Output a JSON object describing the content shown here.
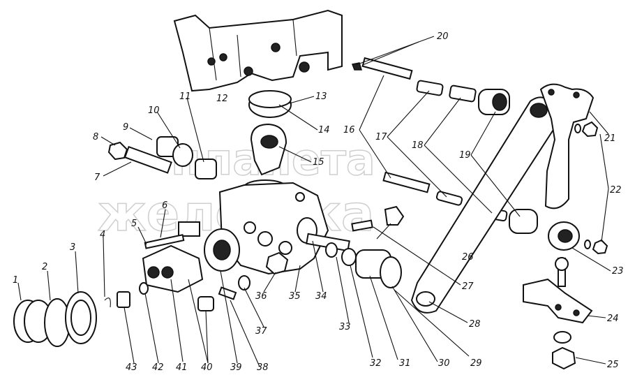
{
  "watermark": {
    "line1": "планета",
    "line2": "железяка"
  },
  "labels": [
    {
      "id": "1",
      "text": "1"
    },
    {
      "id": "2",
      "text": "2"
    },
    {
      "id": "3",
      "text": "3"
    },
    {
      "id": "4",
      "text": "4"
    },
    {
      "id": "5",
      "text": "5"
    },
    {
      "id": "6",
      "text": "6"
    },
    {
      "id": "7",
      "text": "7"
    },
    {
      "id": "8",
      "text": "8"
    },
    {
      "id": "9",
      "text": "9"
    },
    {
      "id": "10",
      "text": "10"
    },
    {
      "id": "11",
      "text": "11"
    },
    {
      "id": "12",
      "text": "12"
    },
    {
      "id": "13",
      "text": "13"
    },
    {
      "id": "14",
      "text": "14"
    },
    {
      "id": "15",
      "text": "15"
    },
    {
      "id": "16",
      "text": "16"
    },
    {
      "id": "17",
      "text": "17"
    },
    {
      "id": "18",
      "text": "18"
    },
    {
      "id": "19",
      "text": "19"
    },
    {
      "id": "20",
      "text": "20"
    },
    {
      "id": "21",
      "text": "21"
    },
    {
      "id": "22",
      "text": "22"
    },
    {
      "id": "23",
      "text": "23"
    },
    {
      "id": "24",
      "text": "24"
    },
    {
      "id": "25",
      "text": "25"
    },
    {
      "id": "26",
      "text": "26"
    },
    {
      "id": "27",
      "text": "27"
    },
    {
      "id": "28",
      "text": "28"
    },
    {
      "id": "29",
      "text": "29"
    },
    {
      "id": "30",
      "text": "30"
    },
    {
      "id": "31",
      "text": "31"
    },
    {
      "id": "32",
      "text": "32"
    },
    {
      "id": "33",
      "text": "33"
    },
    {
      "id": "34",
      "text": "34"
    },
    {
      "id": "35",
      "text": "35"
    },
    {
      "id": "36",
      "text": "36"
    },
    {
      "id": "37",
      "text": "37"
    },
    {
      "id": "38",
      "text": "38"
    },
    {
      "id": "39",
      "text": "39"
    },
    {
      "id": "40",
      "text": "40"
    },
    {
      "id": "41",
      "text": "41"
    },
    {
      "id": "42",
      "text": "42"
    },
    {
      "id": "43",
      "text": "43"
    }
  ]
}
